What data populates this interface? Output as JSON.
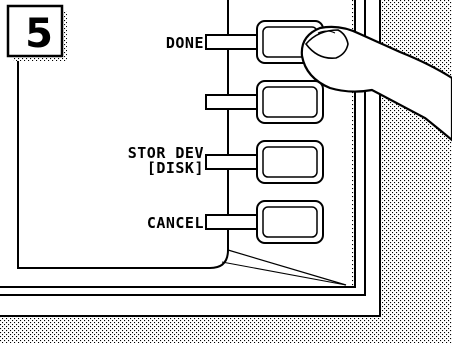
{
  "step": {
    "number": "5"
  },
  "softkeys": [
    {
      "label": "DONE",
      "sublabel": ""
    },
    {
      "label": "",
      "sublabel": ""
    },
    {
      "label": "STOR DEV",
      "sublabel": "[DISK]"
    },
    {
      "label": "CANCEL",
      "sublabel": ""
    }
  ],
  "pressed_softkey_index": 0,
  "icons": {
    "finger": "finger-pressing-icon"
  }
}
